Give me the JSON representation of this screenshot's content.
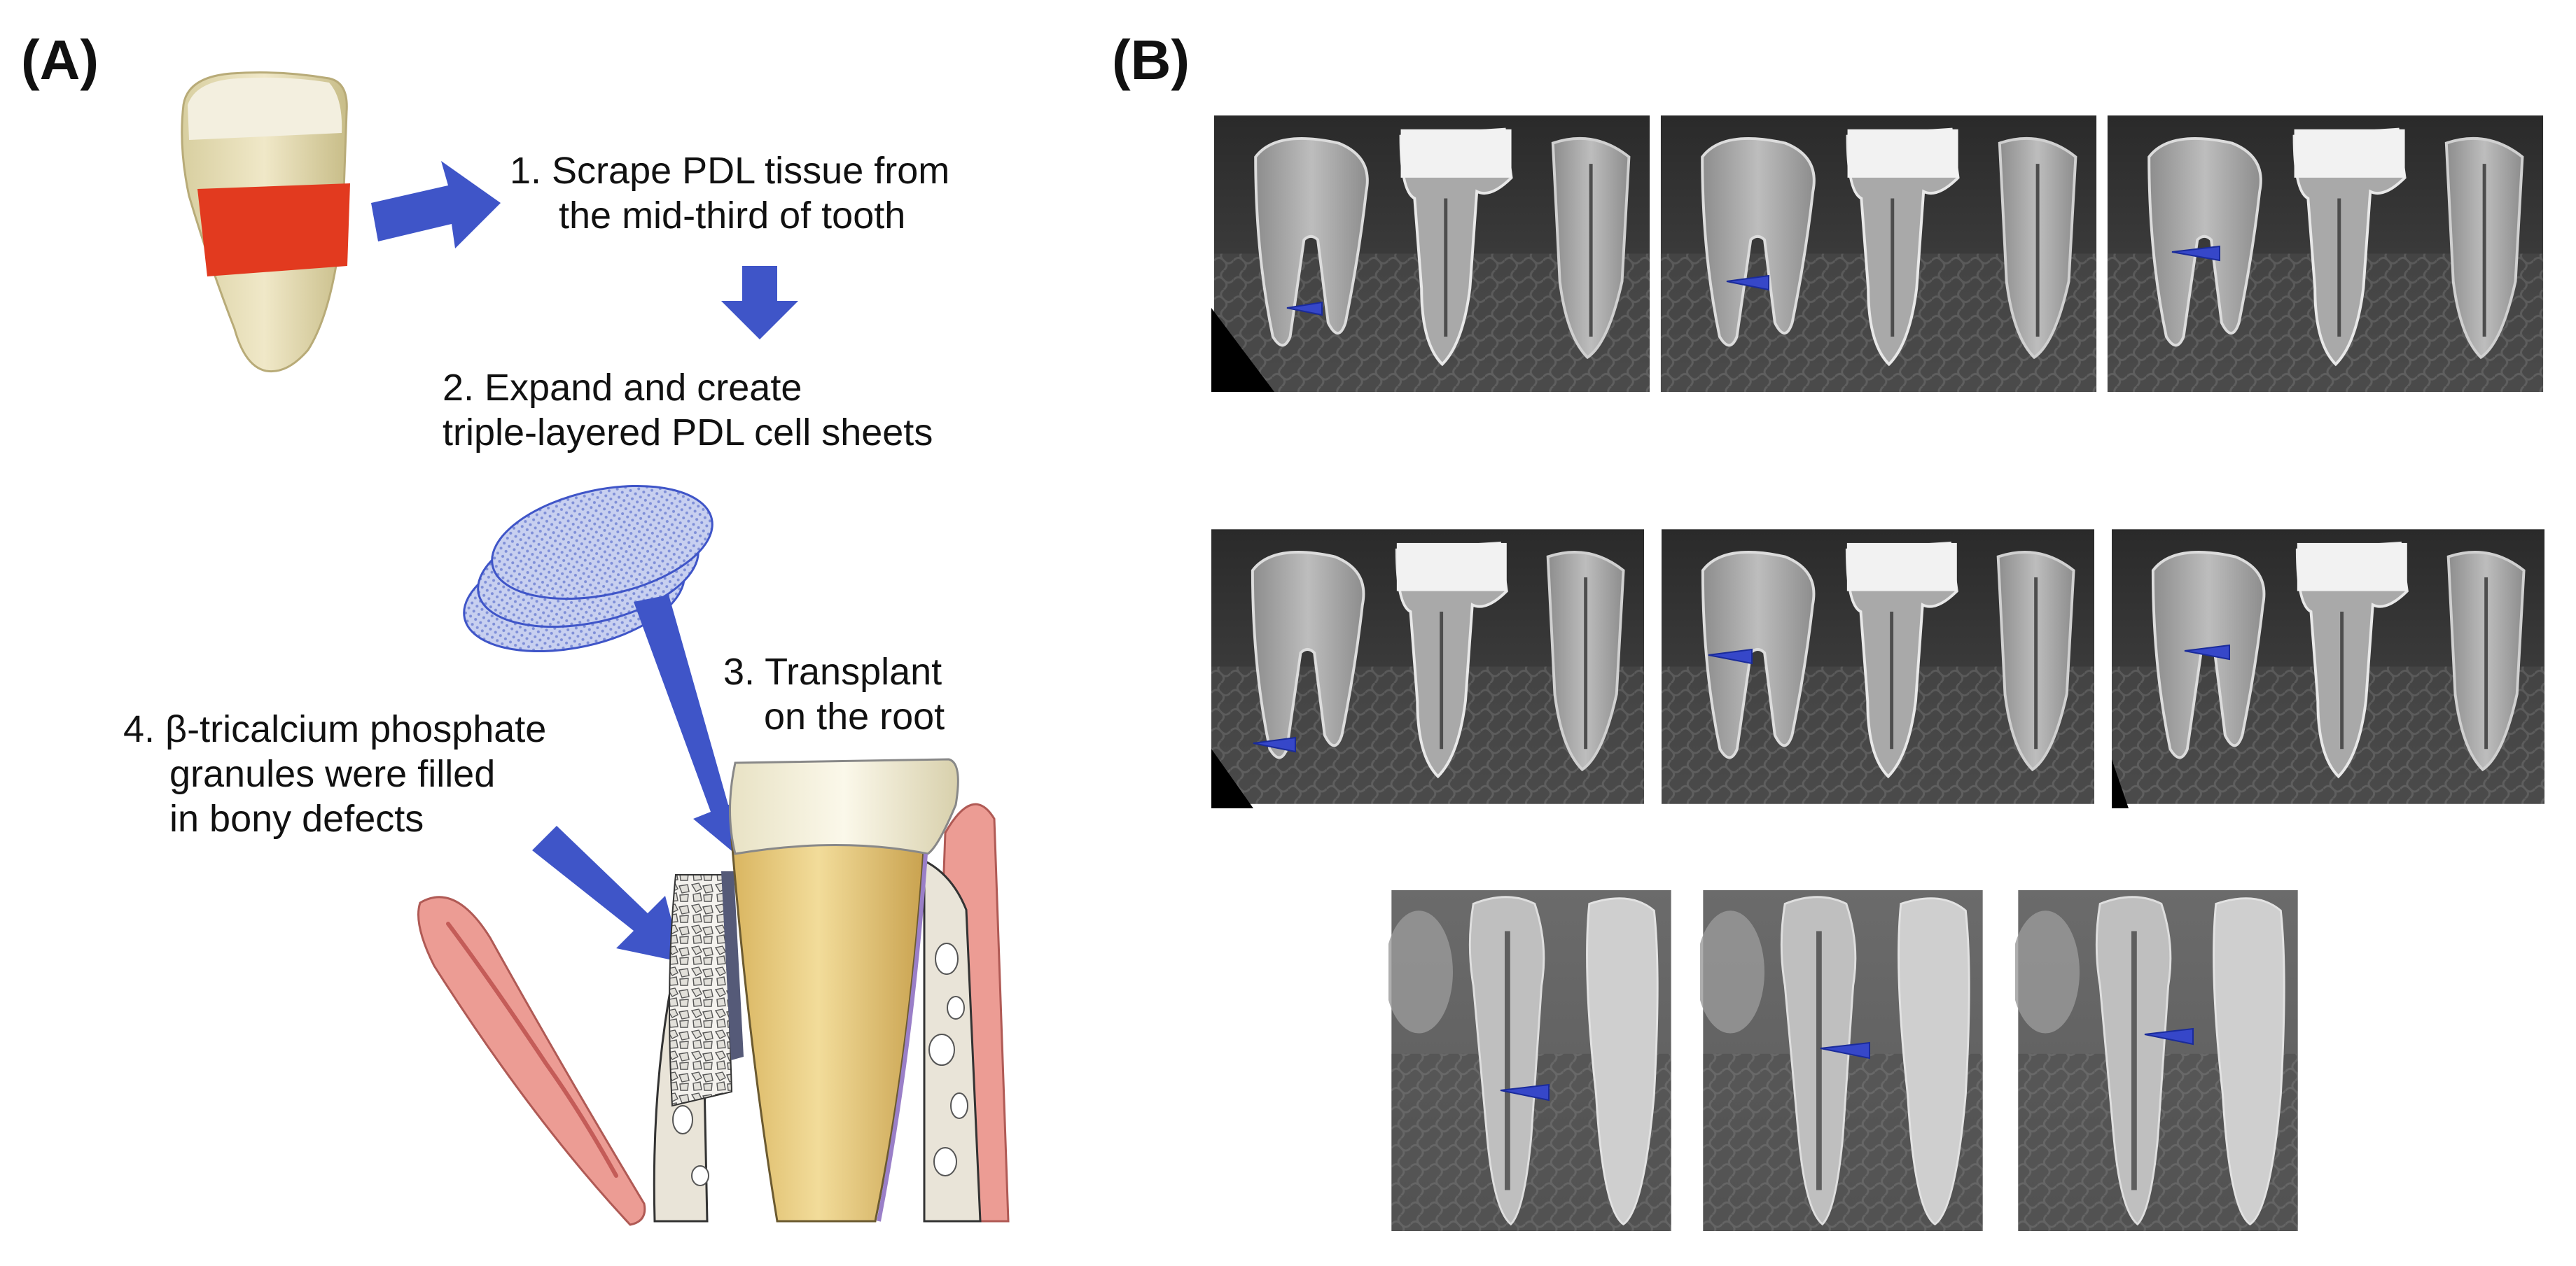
{
  "panel_a": {
    "label": "(A)",
    "step1": {
      "line1": "1. Scrape PDL tissue from",
      "line2": "the mid-third of tooth"
    },
    "step2": {
      "line1": "2. Expand and create",
      "line2": "triple-layered PDL cell sheets"
    },
    "step3": {
      "line1": "3. Transplant",
      "line2": "on the root"
    },
    "step4": {
      "line1": "4. β-tricalcium phosphate",
      "line2": "granules were filled",
      "line3": "in bony defects"
    }
  },
  "panel_b": {
    "label": "(B)",
    "rows": [
      {
        "kind": "cbct-upper",
        "count": 3
      },
      {
        "kind": "cbct-middle",
        "count": 3
      },
      {
        "kind": "periapical",
        "count": 3
      }
    ]
  },
  "colors": {
    "arrow": "#3f55c8",
    "arrowhead_marker": "#3647c9",
    "pdl_band": "#e23a1f",
    "gum": "#ec9c94",
    "bone": "#e9e4d8",
    "crown": "#f2ecd1",
    "root": "#e7c77a"
  }
}
